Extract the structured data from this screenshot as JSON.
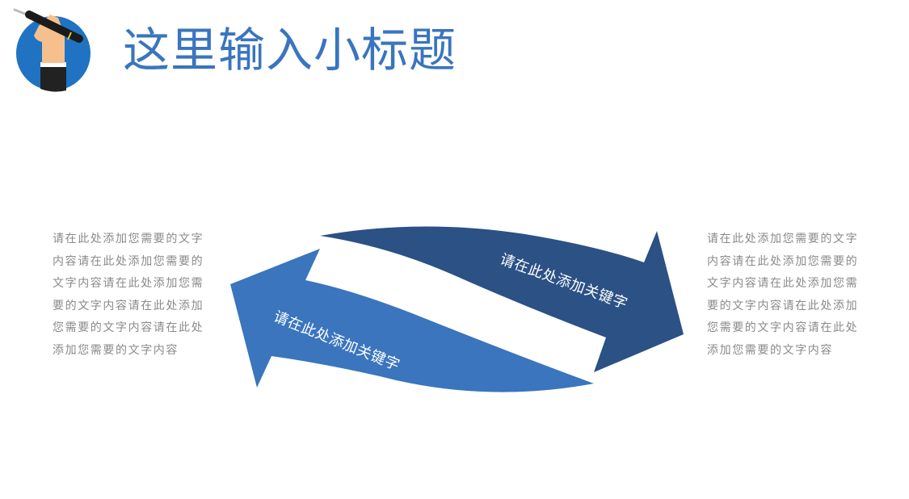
{
  "header": {
    "title": "这里输入小标题",
    "title_color": "#3A75BE",
    "logo_icon": "hand-holding-pen-icon"
  },
  "colors": {
    "light_arrow": "#3A75BE",
    "dark_arrow": "#2B5185",
    "body_text": "#8A8A8A"
  },
  "diagram": {
    "dark_arrow_label": "请在此处添加关键字",
    "light_arrow_label": "请在此处添加关键字"
  },
  "left_text": {
    "lines": [
      "请在此处添加您需要的文字",
      "内容请在此处添加您需要的",
      "文字内容请在此处添加您需",
      "要的文字内容请在此处添加",
      "您需要的文字内容请在此处",
      "添加您需要的文字内容"
    ]
  },
  "right_text": {
    "lines": [
      "请在此处添加您需要的文字",
      "内容请在此处添加您需要的",
      "文字内容请在此处添加您需",
      "要的文字内容请在此处添加",
      "您需要的文字内容请在此处",
      "添加您需要的文字内容"
    ]
  }
}
